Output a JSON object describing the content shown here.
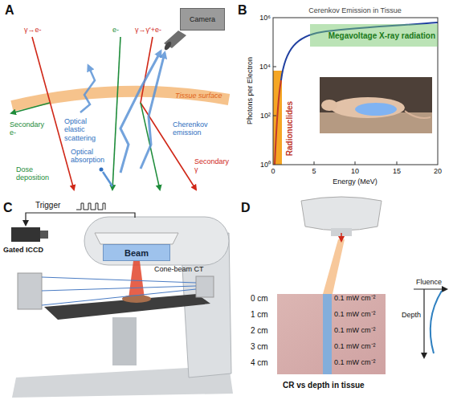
{
  "diagram": {
    "nodes": [
      {
        "text": [
          "Camera"
        ]
      },
      {
        "text": [
          "Megavoltage X-ray radiation"
        ]
      },
      {
        "text": [
          "Beam"
        ]
      }
    ],
    "labels": [
      "A",
      "γ→e-",
      "e-",
      "γ→γ'+e-",
      "Tissue surface",
      "Secondary e-",
      "Optical elastic scattering",
      "Optical absorption",
      "Dose deposition",
      "Cherenkov emission",
      "Secondary γ",
      "B",
      "Cerenkov Emission in Tissue",
      "10⁶",
      "10⁴",
      "10²",
      "10⁰",
      "0",
      "5",
      "10",
      "15",
      "20",
      "Photons per Electron",
      "Energy (MeV)",
      "Radionuclides",
      "C",
      "Trigger",
      "Gated ICCD",
      "Cone-beam CT",
      "D",
      "0 cm",
      "1 cm",
      "2 cm",
      "3 cm",
      "4 cm",
      "0.1 mW cm⁻²",
      "0.1 mW cm⁻²",
      "0.1 mW cm⁻²",
      "0.1 mW cm⁻²",
      "0.1 mW cm⁻²",
      "Fluence",
      "Depth",
      "CR vs depth in tissue"
    ]
  }
}
